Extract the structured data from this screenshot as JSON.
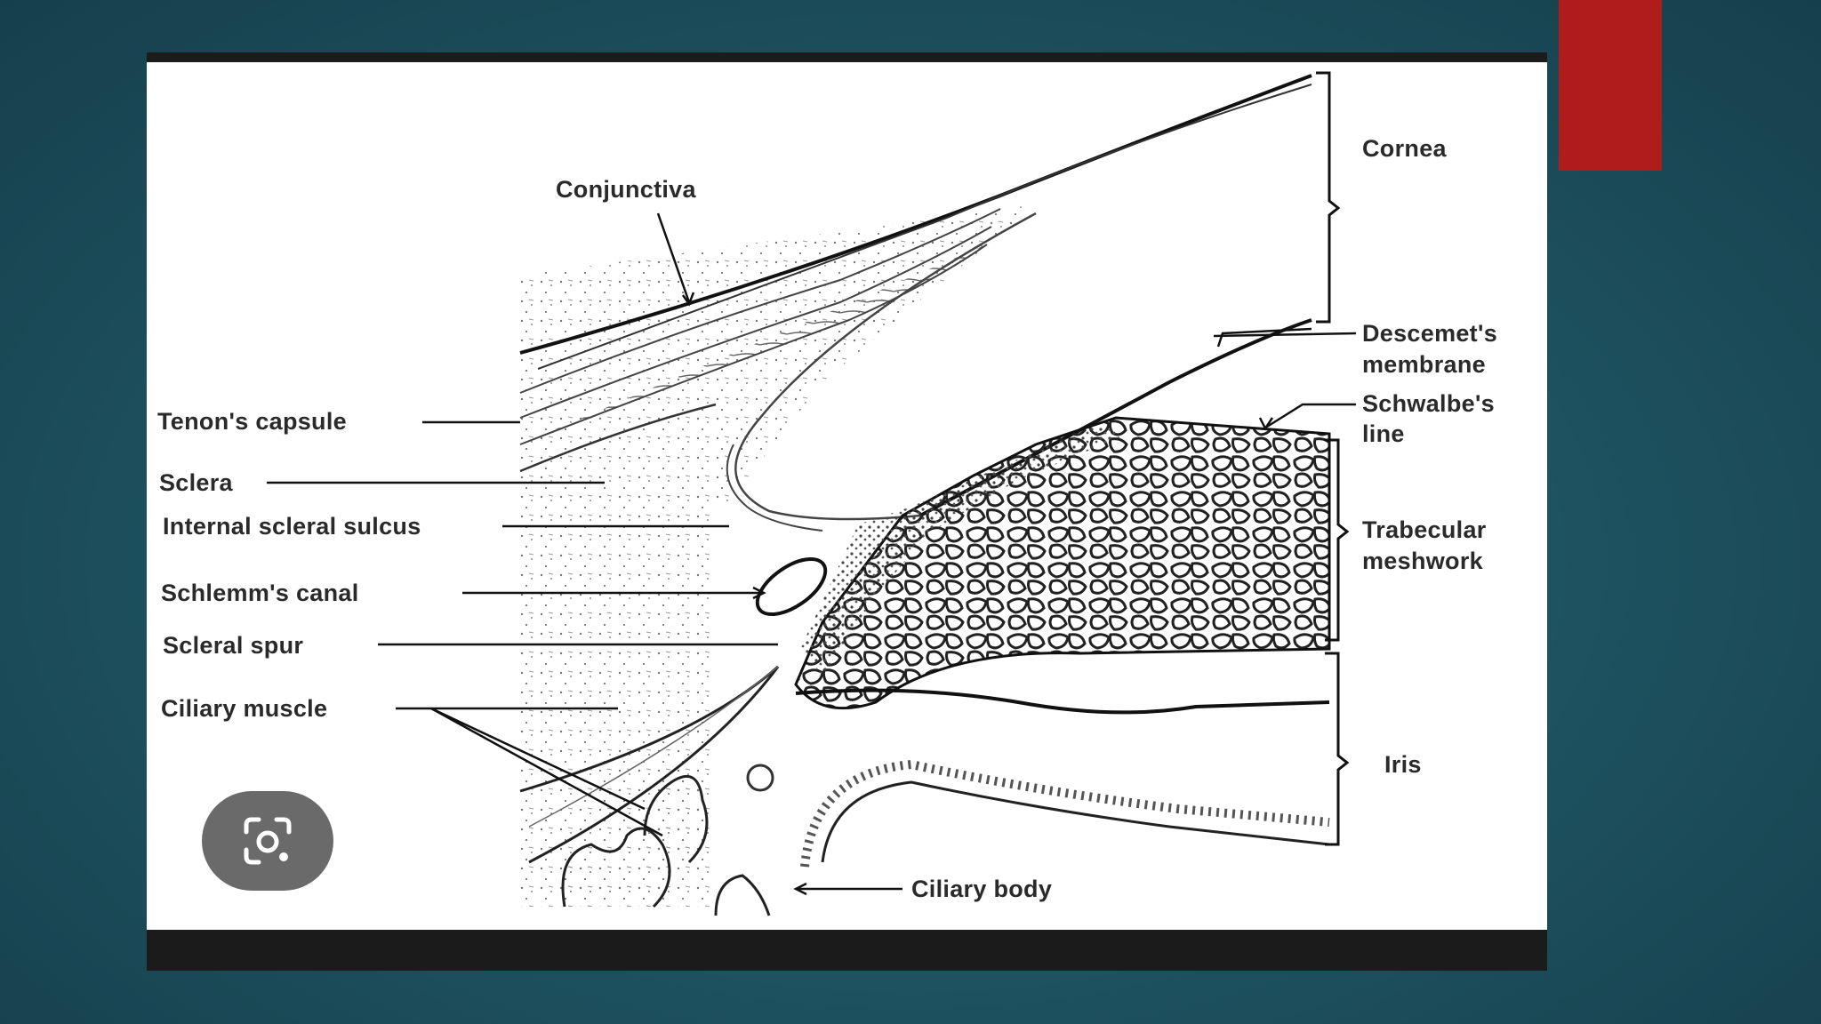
{
  "diagram": {
    "labels": {
      "conjunctiva": "Conjunctiva",
      "tenons_capsule": "Tenon's capsule",
      "sclera": "Sclera",
      "internal_scleral_sulcus": "Internal scleral sulcus",
      "schlemms_canal": "Schlemm's canal",
      "scleral_spur": "Scleral spur",
      "ciliary_muscle": "Ciliary muscle",
      "cornea": "Cornea",
      "descemets_line1": "Descemet's",
      "descemets_line2": "membrane",
      "schwalbes_line1": "Schwalbe's",
      "schwalbes_line2": "line",
      "trabecular_line1": "Trabecular",
      "trabecular_line2": "meshwork",
      "iris": "Iris",
      "ciliary_body": "Ciliary body"
    }
  },
  "colors": {
    "background": "#1f5563",
    "accent_tab": "#b01c1c",
    "frame": "#1b1b1b",
    "button": "#6a6a6a"
  },
  "icons": {
    "lens_button": "camera-search-icon"
  }
}
